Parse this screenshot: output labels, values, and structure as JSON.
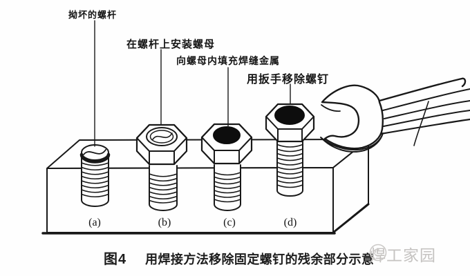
{
  "figure": {
    "callouts": [
      {
        "text": "拗坏的螺杆"
      },
      {
        "text": "在螺杆上安装螺母"
      },
      {
        "text": "向螺母内填充焊缝金属"
      },
      {
        "text": "用扳手移除螺钉"
      }
    ],
    "panel_labels": [
      {
        "text": "(a)"
      },
      {
        "text": "(b)"
      },
      {
        "text": "(c)"
      },
      {
        "text": "(d)"
      }
    ],
    "caption": {
      "number": "图4",
      "title": "用焊接方法移除固定螺钉的残余部分示意"
    },
    "watermark": {
      "text": "焊工家园"
    },
    "colors": {
      "ink": "#181818",
      "weld_fill": "#0d0d0d",
      "watermark": "#c5c3c1",
      "background": "#fefefe"
    }
  }
}
